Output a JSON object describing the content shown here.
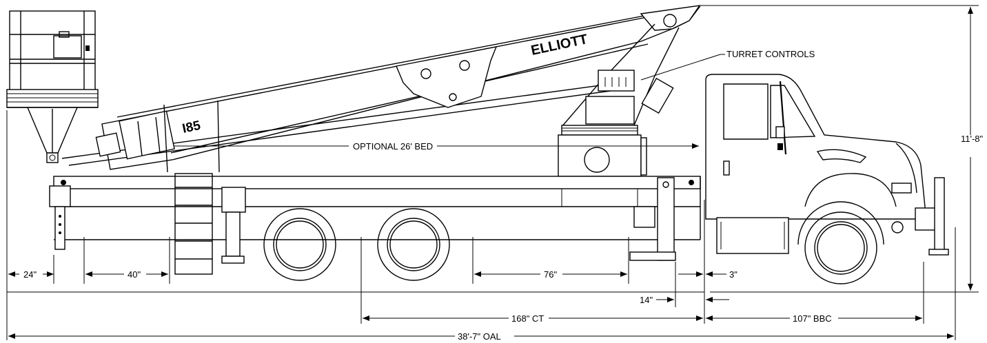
{
  "brand": "ELLIOTT",
  "model": "I85",
  "callouts": {
    "turret_controls": "TURRET CONTROLS",
    "optional_bed": "OPTIONAL 26' BED"
  },
  "dimensions": {
    "rear_overhang": "24\"",
    "outrigger_spacing": "40\"",
    "wheel_to_outrigger": "76\"",
    "front_gap": "3\"",
    "outrigger_offset": "14\"",
    "cab_to_tandem": "168\" CT",
    "bumper_to_cab": "107\" BBC",
    "overall_length": "38'-7\" OAL",
    "overall_height": "11'-8\""
  }
}
